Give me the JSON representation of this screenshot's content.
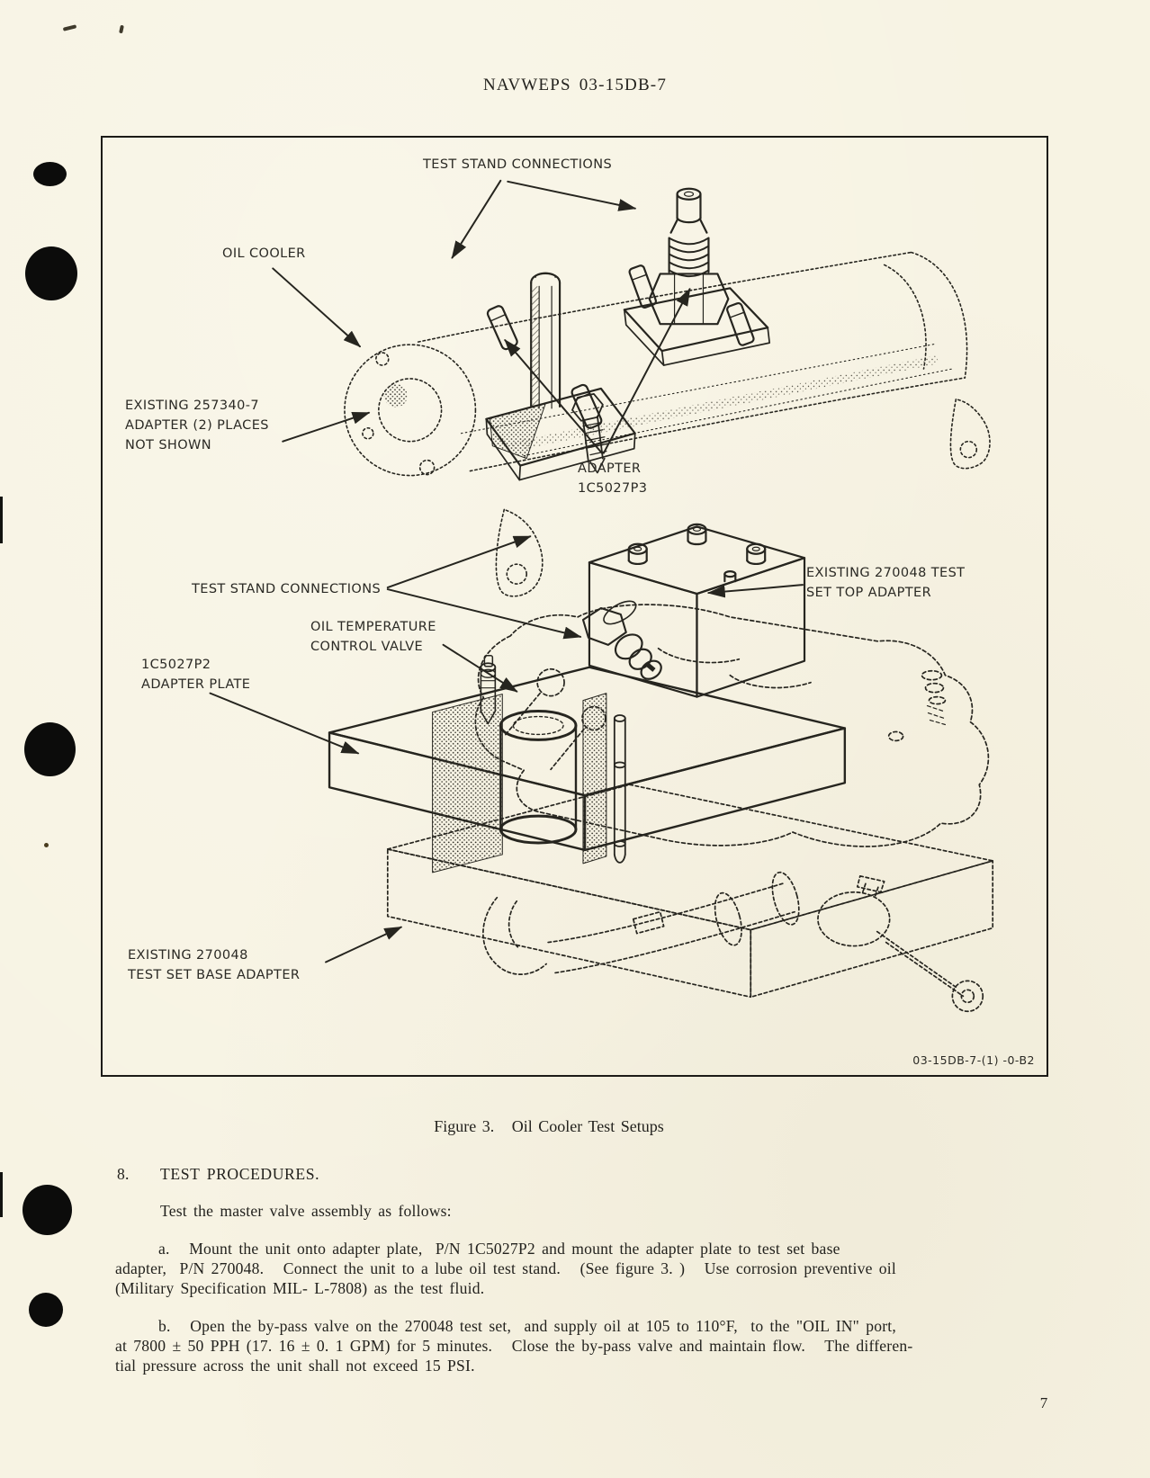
{
  "page": {
    "header": "NAVWEPS 03-15DB-7",
    "page_number": "7"
  },
  "figure": {
    "caption": "Figure 3.   Oil Cooler Test Setups",
    "figure_id": "03-15DB-7-(1) -0-B2",
    "labels": {
      "test_stand_top": "TEST STAND CONNECTIONS",
      "oil_cooler": "OIL COOLER",
      "existing_257340_l1": "EXISTING 257340-7",
      "existing_257340_l2": "ADAPTER (2) PLACES",
      "existing_257340_l3": "NOT SHOWN",
      "adapter_p3_l1": "ADAPTER",
      "adapter_p3_l2": "1C5027P3",
      "test_stand_bottom": "TEST STAND CONNECTIONS",
      "oil_temp_l1": "OIL TEMPERATURE",
      "oil_temp_l2": "CONTROL VALVE",
      "adapter_plate_l1": "1C5027P2",
      "adapter_plate_l2": "ADAPTER PLATE",
      "top_adapter_l1": "EXISTING 270048 TEST",
      "top_adapter_l2": "SET TOP ADAPTER",
      "base_adapter_l1": "EXISTING 270048",
      "base_adapter_l2": "TEST SET BASE ADAPTER"
    }
  },
  "content": {
    "section_number": "8.",
    "section_title": "TEST PROCEDURES.",
    "intro": "Test the master valve assembly as follows:",
    "para_a_l1": "a.   Mount the unit onto adapter plate,  P/N 1C5027P2 and mount the adapter plate to test set base",
    "para_a_l2": "adapter,  P/N 270048.   Connect the unit to a lube oil test stand.   (See figure 3. )   Use corrosion preventive oil",
    "para_a_l3": "(Military Specification MIL- L-7808) as the test fluid.",
    "para_b_l1": "b.   Open the by-pass valve on the 270048 test set,  and supply oil at 105 to 110°F,  to the \"OIL IN\" port,",
    "para_b_l2": "at 7800 ± 50 PPH (17. 16 ± 0. 1 GPM) for 5 minutes.   Close the by-pass valve and maintain flow.   The differen-",
    "para_b_l3": "tial pressure across the unit shall not exceed 15 PSI."
  },
  "colors": {
    "paper": "#f7f3e3",
    "ink": "#26251f",
    "border": "#1c1b17"
  }
}
